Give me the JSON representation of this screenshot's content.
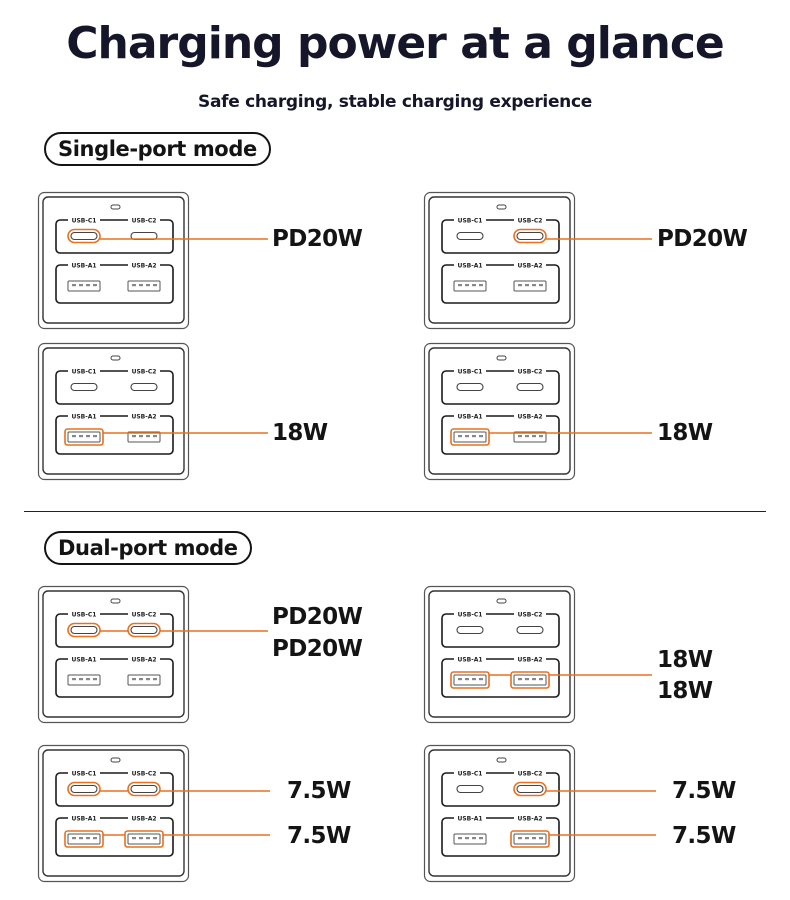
{
  "header": {
    "title": "Charging power at a glance",
    "subtitle": "Safe charging, stable charging experience"
  },
  "modes": {
    "single": "Single-port mode",
    "dual": "Dual-port mode"
  },
  "port_labels": {
    "c1": "USB-C1",
    "c2": "USB-C2",
    "a1": "USB-A1",
    "a2": "USB-A2"
  },
  "colors": {
    "highlight": "#e8701e",
    "outline": "#1a1a1a"
  },
  "single_mode": [
    {
      "active_ports": [
        "c1"
      ],
      "labels": [
        "PD20W"
      ]
    },
    {
      "active_ports": [
        "c2"
      ],
      "labels": [
        "PD20W"
      ]
    },
    {
      "active_ports": [
        "a1"
      ],
      "labels": [
        "18W"
      ]
    },
    {
      "active_ports": [
        "a1"
      ],
      "labels": [
        "18W"
      ]
    }
  ],
  "dual_mode": [
    {
      "active_ports": [
        "c1",
        "c2"
      ],
      "labels": [
        "PD20W",
        "PD20W"
      ]
    },
    {
      "active_ports": [
        "a1",
        "a2"
      ],
      "labels": [
        "18W",
        "18W"
      ]
    },
    {
      "active_ports": [
        "c1",
        "c2",
        "a1",
        "a2"
      ],
      "labels": [
        "7.5W",
        "7.5W"
      ]
    },
    {
      "active_ports": [
        "c2",
        "a2"
      ],
      "labels": [
        "7.5W",
        "7.5W"
      ]
    }
  ]
}
